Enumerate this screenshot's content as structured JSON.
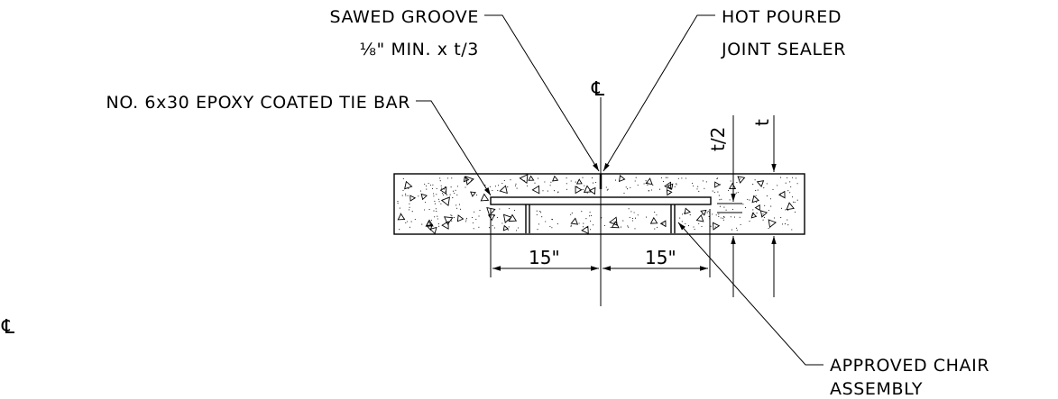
{
  "labels": {
    "sawed_groove": "SAWED GROOVE",
    "groove_size": "⅛\" MIN. x  t/3",
    "hot_poured_1": "HOT POURED",
    "hot_poured_2": "JOINT SEALER",
    "tie_bar": "NO. 6x30 EPOXY COATED TIE BAR",
    "chair_1": "APPROVED CHAIR",
    "chair_2": "ASSEMBLY",
    "centerline_symbol": "℄",
    "dim_left": "15\"",
    "dim_right": "15\"",
    "dim_half_thickness": "t/2",
    "dim_thickness": "t"
  },
  "colors": {
    "line": "#000000",
    "background": "#ffffff"
  }
}
